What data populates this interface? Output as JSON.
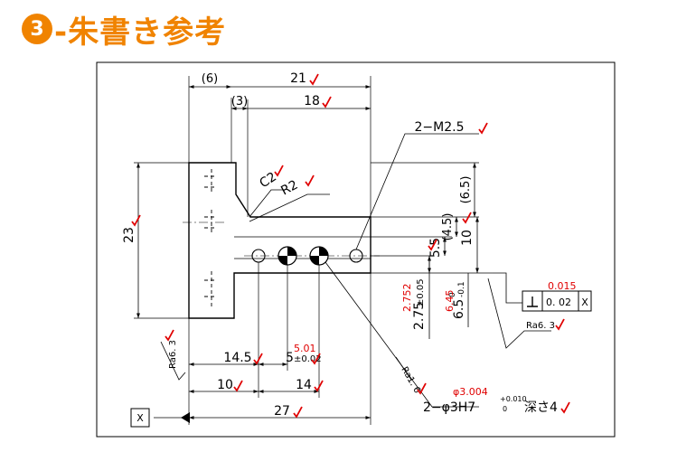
{
  "heading": {
    "number": "3",
    "title": "-朱書き参考"
  },
  "drawing": {
    "dims": {
      "d6": "(6)",
      "d21": "21",
      "d3": "(3)",
      "d18": "18",
      "d2m25": "2−M2.5",
      "c2": "C2",
      "r2": "R2",
      "d65": "(6.5)",
      "d45": "(4.5)",
      "d10v": "10",
      "d55": "5.5",
      "d23": "23",
      "d275": "2.75",
      "d275tol": "±0.05",
      "d65b": "6.5",
      "d65tolup": "0",
      "d65tollow": "-0.1",
      "d145": "14.5",
      "d5": "5",
      "d5tol": "±0.02",
      "d10h": "10",
      "d14": "14",
      "d27": "27",
      "hole_prefix": "2−φ3H7",
      "hole_tol_up": "+0.010",
      "hole_tol_low": "0",
      "hole_depth": "深さ4",
      "flatness_val": "0. 02",
      "flatness_datum": "X",
      "ra_right": "Ra6. 3",
      "ra_left": "Ra6. 3",
      "ra_hole": "Ra1. 6",
      "datum": "X"
    },
    "red_notes": {
      "n2752": "2.752",
      "n645": "6.45",
      "n501": "5.01",
      "n0015": "0.015",
      "n3004": "φ3.004"
    },
    "colors": {
      "accent": "#f08300",
      "redline": "#e00000"
    }
  }
}
